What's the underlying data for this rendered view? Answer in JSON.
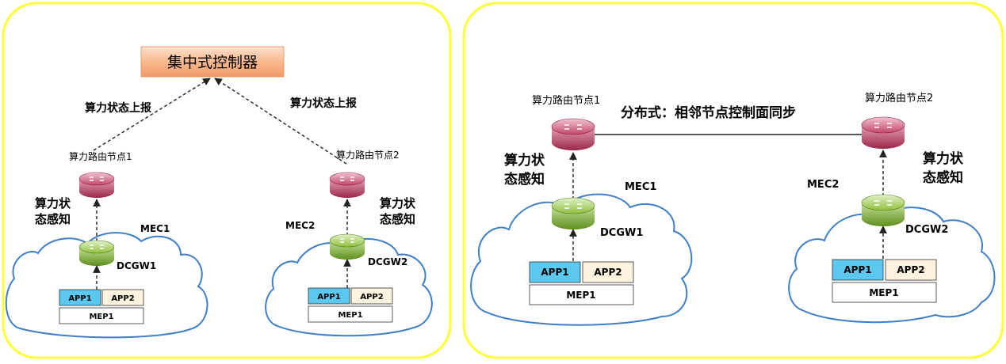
{
  "left": {
    "controller": "集中式控制器",
    "report_left": "算力状态上报",
    "report_right": "算力状态上报",
    "node1": "算力路由节点1",
    "node2": "算力路由节点2",
    "sense1_line1": "算力状",
    "sense1_line2": "态感知",
    "sense2_line1": "算力状",
    "sense2_line2": "态感知",
    "mec1": "MEC1",
    "mec2": "MEC2",
    "dcgw1": "DCGW1",
    "dcgw2": "DCGW2",
    "cloud1": {
      "app1": "APP1",
      "app2": "APP2",
      "mep": "MEP1"
    },
    "cloud2": {
      "app1": "APP1",
      "app2": "APP2",
      "mep": "MEP1"
    }
  },
  "right": {
    "node1": "算力路由节点1",
    "node2": "算力路由节点2",
    "sync": "分布式：相邻节点控制面同步",
    "sense1_line1": "算力状",
    "sense1_line2": "态感知",
    "sense2_line1": "算力状",
    "sense2_line2": "态感知",
    "mec1": "MEC1",
    "mec2": "MEC2",
    "dcgw1": "DCGW1",
    "dcgw2": "DCGW2",
    "cloud1": {
      "app1": "APP1",
      "app2": "APP2",
      "mep": "MEP1"
    },
    "cloud2": {
      "app1": "APP1",
      "app2": "APP2",
      "mep": "MEP1"
    }
  },
  "colors": {
    "panel_border": "#ffff33",
    "cloud_stroke": "#3f7fc8",
    "app1_fill": "#5bc8f0",
    "app2_fill": "#fdf3de",
    "controller_fill": "#f6b287",
    "router_red": "#c4476c",
    "router_green": "#8fc03c"
  },
  "icons": {
    "router": "router-icon",
    "gateway": "gateway-icon"
  }
}
